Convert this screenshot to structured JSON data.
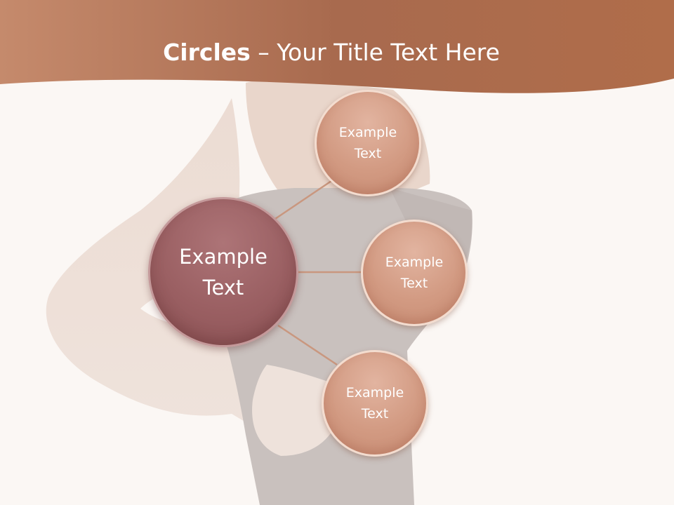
{
  "slide": {
    "title_bold": "Circles",
    "title_rest": " – Your Title Text Here"
  },
  "diagram": {
    "center": {
      "label_line1": "Example",
      "label_line2": "Text"
    },
    "nodes": [
      {
        "label_line1": "Example",
        "label_line2": "Text"
      },
      {
        "label_line1": "Example",
        "label_line2": "Text"
      },
      {
        "label_line1": "Example",
        "label_line2": "Text"
      }
    ]
  },
  "colors": {
    "header": "#a86a4e",
    "background": "#fbf7f4",
    "center_circle": "#9a5f62",
    "node_circle": "#d29a82",
    "connector": "#c9977f"
  }
}
